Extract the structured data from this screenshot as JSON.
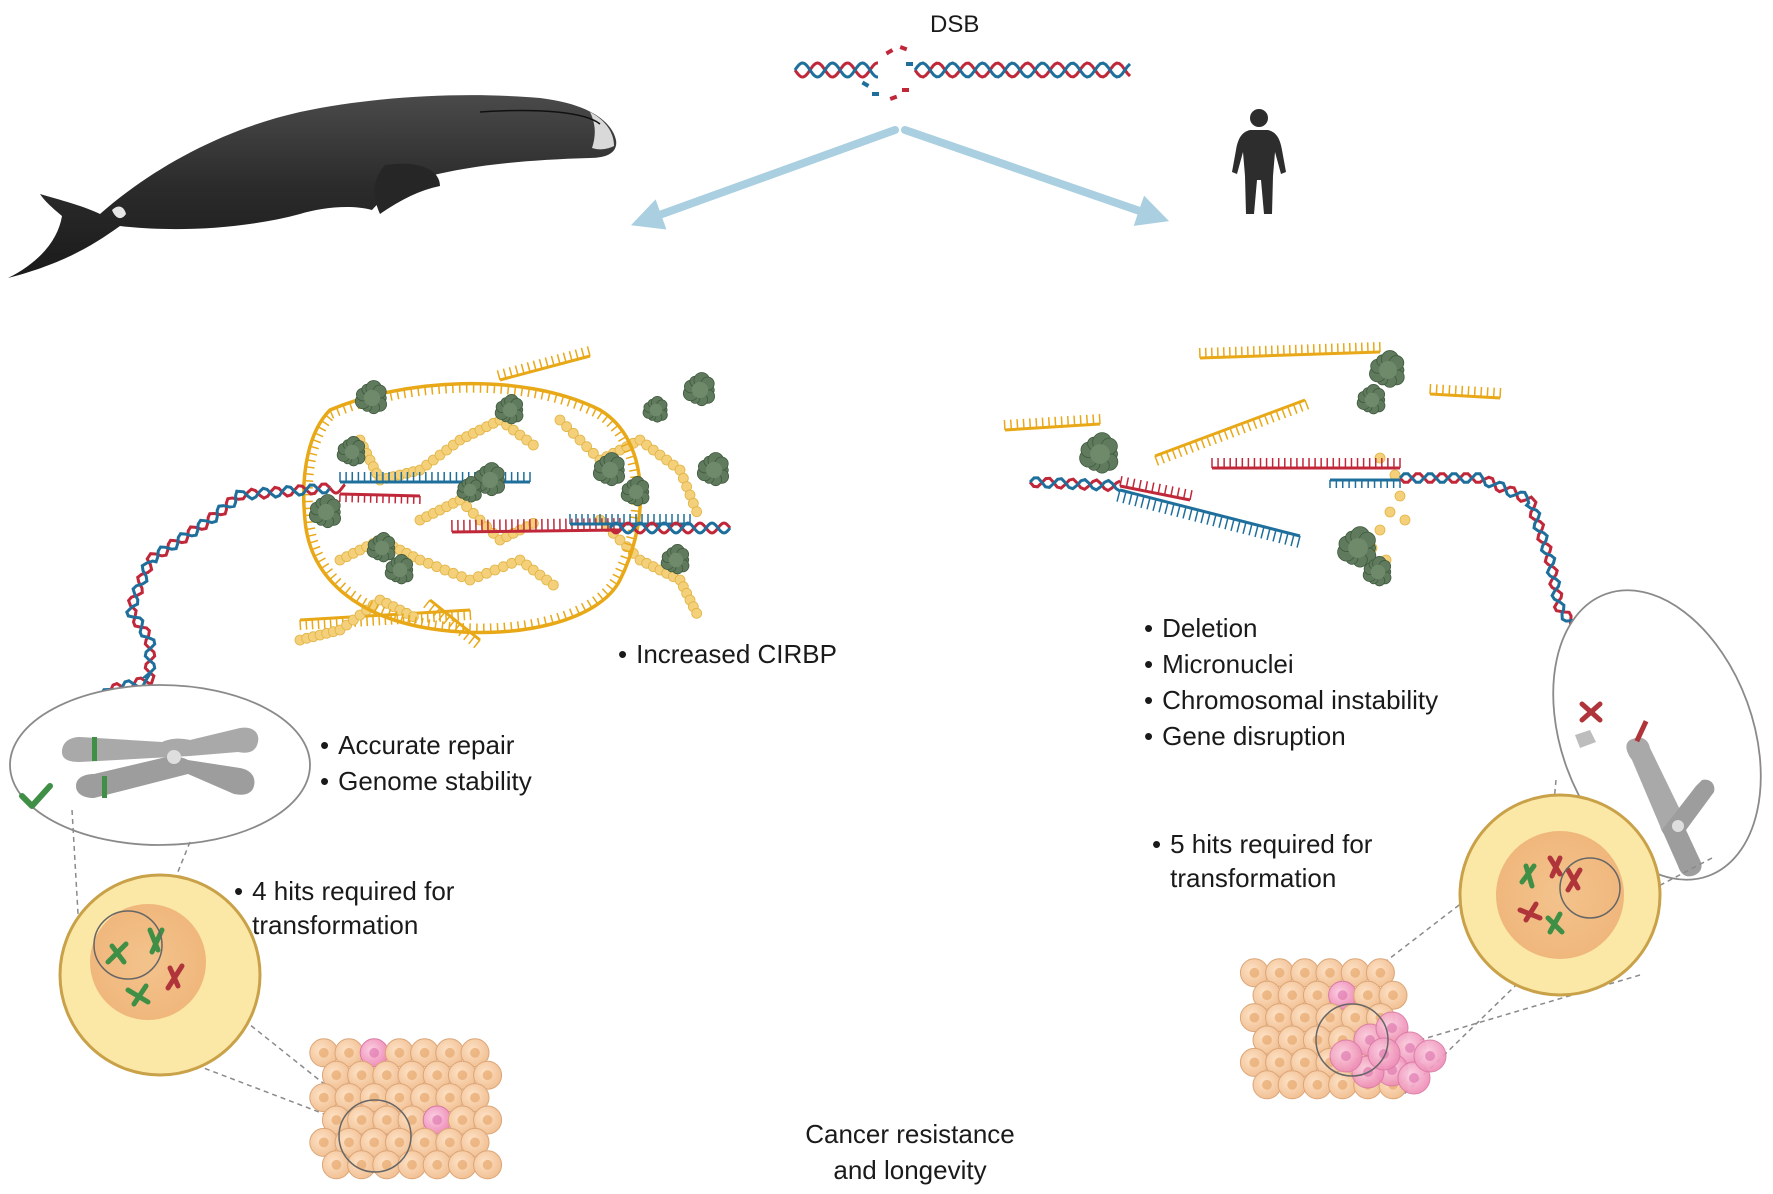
{
  "top": {
    "dsb": "DSB"
  },
  "whale_side": {
    "cirbp": "Increased CIRBP",
    "outcomes": [
      "Accurate repair",
      "Genome stability"
    ],
    "hits": [
      "4 hits required for",
      "transformation"
    ]
  },
  "human_side": {
    "outcomes": [
      "Deletion",
      "Micronuclei",
      "Chromosomal instability",
      "Gene disruption"
    ],
    "hits": [
      "5 hits required for",
      "transformation"
    ]
  },
  "bottom": {
    "line1": "Cancer resistance",
    "line2": "and longevity"
  },
  "colors": {
    "dna_red": "#c0283a",
    "dna_blue": "#1f6f9c",
    "rna_gold": "#e8a817",
    "protein_green": "#5f7a5c",
    "chromosome_grey": "#a9a9a9",
    "repair_green": "#3f8f46",
    "error_red": "#b0353b",
    "cell_yellow": "#fbe7a6",
    "arrow_blue": "#a9cfe0",
    "tumor_pink": "#f5a9c9"
  },
  "icons": [
    "bowhead-whale-illustration",
    "human-silhouette-icon",
    "check-icon",
    "cross-icon"
  ]
}
